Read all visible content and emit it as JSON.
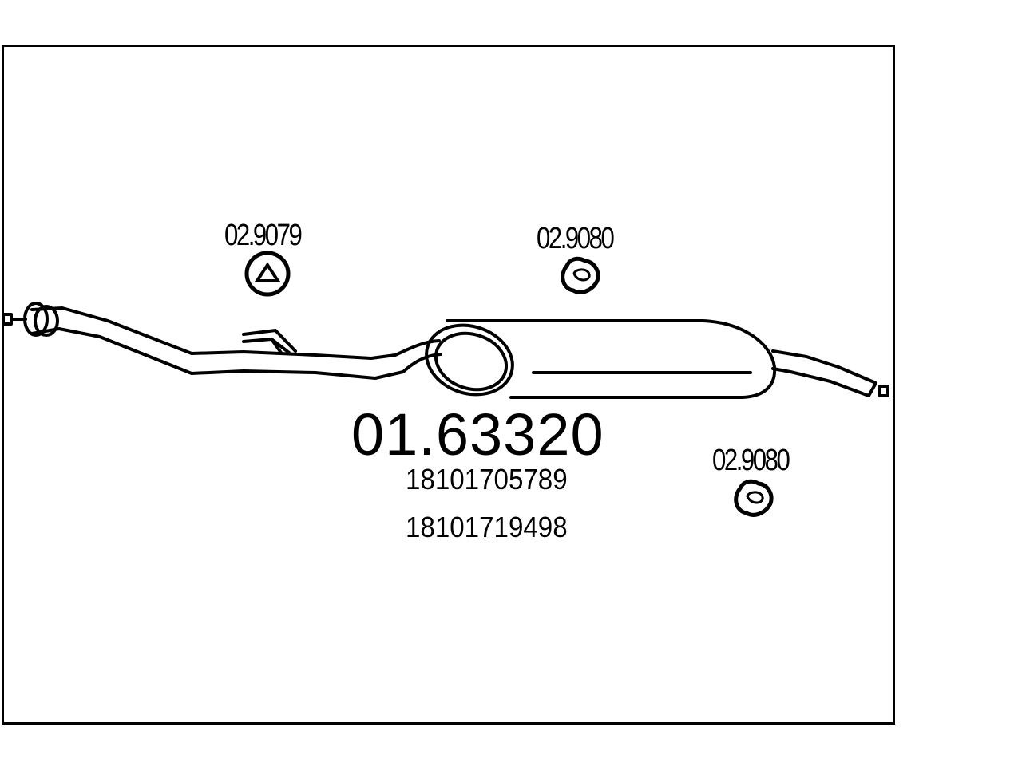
{
  "main_part_number": "01.63320",
  "oe_numbers": [
    "18101705789",
    "18101719498"
  ],
  "hangers": [
    {
      "label": "02.9079",
      "icon": "rubber-hanger-icon"
    },
    {
      "label": "02.9080",
      "icon": "rubber-hanger-icon"
    },
    {
      "label": "02.9080",
      "icon": "rubber-hanger-icon"
    }
  ],
  "colors": {
    "line": "#000000",
    "background": "#ffffff"
  }
}
